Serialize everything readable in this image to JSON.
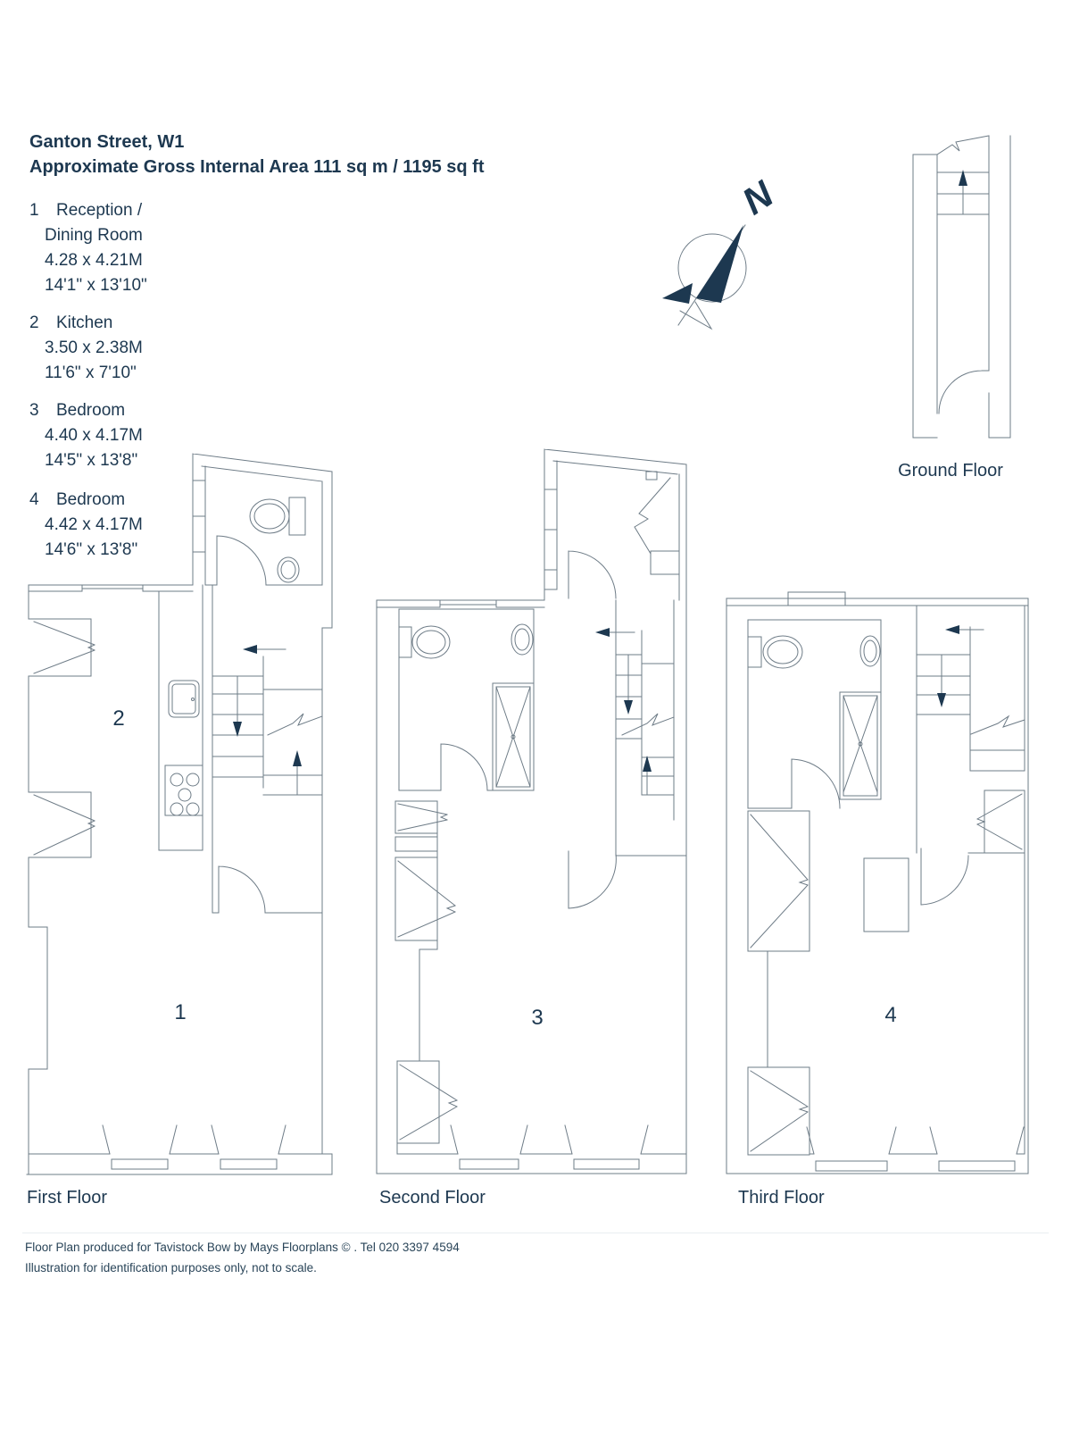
{
  "header": {
    "title": "Ganton Street, W1",
    "subtitle": "Approximate Gross Internal Area 111 sq m  /  1195 sq ft"
  },
  "rooms": [
    {
      "num": "1",
      "name1": "Reception /",
      "name2": "Dining Room",
      "metric": "4.28 x 4.21M",
      "imperial": "14'1\" x 13'10\""
    },
    {
      "num": "2",
      "name1": "Kitchen",
      "metric": "3.50 x 2.38M",
      "imperial": "11'6\" x 7'10\""
    },
    {
      "num": "3",
      "name1": "Bedroom",
      "metric": "4.40 x 4.17M",
      "imperial": "14'5\" x 13'8\""
    },
    {
      "num": "4",
      "name1": "Bedroom",
      "metric": "4.42 x 4.17M",
      "imperial": "14'6\" x 13'8\""
    }
  ],
  "compass": {
    "north_label": "N"
  },
  "floor_labels": {
    "ground": "Ground Floor",
    "first": "First Floor",
    "second": "Second Floor",
    "third": "Third Floor"
  },
  "footer": {
    "line1": "Floor Plan produced for Tavistock Bow  by Mays Floorplans  © . Tel 020 3397 4594",
    "line2": "Illustration for identification purposes only, not to scale."
  },
  "colors": {
    "ink": "#1d3850",
    "line": "#6e7c87"
  }
}
